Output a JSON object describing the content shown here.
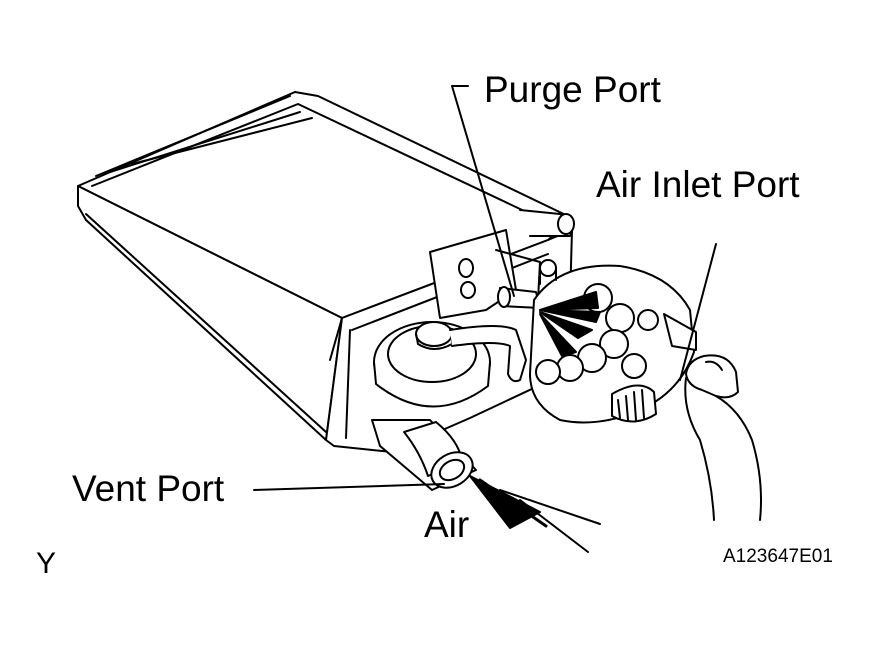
{
  "labels": {
    "purge_port": "Purge Port",
    "air_inlet_port": "Air Inlet Port",
    "vent_port": "Vent Port",
    "air": "Air",
    "view_letter": "Y",
    "figure_code": "A123647E01"
  },
  "colors": {
    "ink": "#000000",
    "background": "#ffffff",
    "body_fill": "#ffffff"
  },
  "icons": {
    "canister": "charcoal-canister-illustration",
    "hand": "finger-hand-illustration",
    "air_arrow": "airflow-arrow"
  }
}
